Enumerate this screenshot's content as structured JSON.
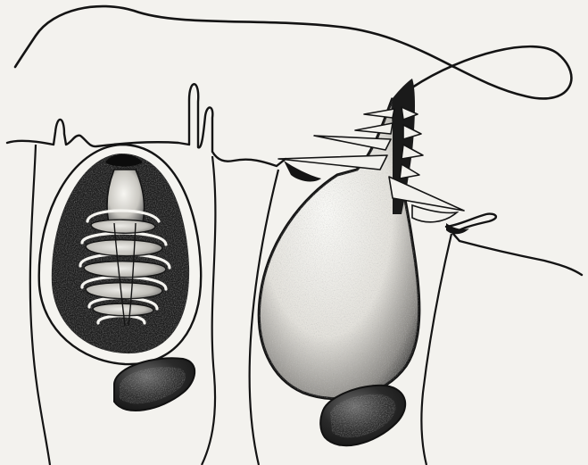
{
  "illustration": {
    "subject": "nematocyst-cells",
    "panels": [
      {
        "id": "undischarged-cell",
        "state": "coiled thread inside capsule"
      },
      {
        "id": "discharged-cell",
        "state": "everted thread with barbs"
      }
    ],
    "colors": {
      "background": "#f3f2ee",
      "ink": "#141414",
      "stipple": "#2a2a2a"
    }
  }
}
